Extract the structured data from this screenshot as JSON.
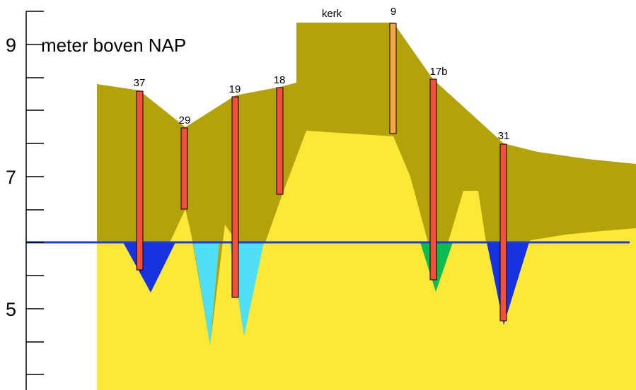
{
  "axis": {
    "unit_label": "meter boven NAP",
    "tick_labels": [
      "9",
      "7",
      "5"
    ]
  },
  "landmark": {
    "label": "kerk"
  },
  "water_level": {
    "color": "#1f3ecf"
  },
  "colors": {
    "upper_layer": "#b3a20a",
    "sand": "#fde838",
    "pit_dark_blue": "#1633e0",
    "pit_light_blue": "#4fe0f5",
    "pit_green": "#0dbb4f",
    "borehole_red": "#f2503e",
    "borehole_orange": "#f7a649"
  },
  "boreholes": [
    {
      "label": "37",
      "color": "#f2503e"
    },
    {
      "label": "29",
      "color": "#f2503e"
    },
    {
      "label": "19",
      "color": "#f2503e"
    },
    {
      "label": "18",
      "color": "#f2503e"
    },
    {
      "label": "9",
      "color": "#f7a649"
    },
    {
      "label": "17b",
      "color": "#f2503e"
    },
    {
      "label": "31",
      "color": "#f2503e"
    }
  ]
}
